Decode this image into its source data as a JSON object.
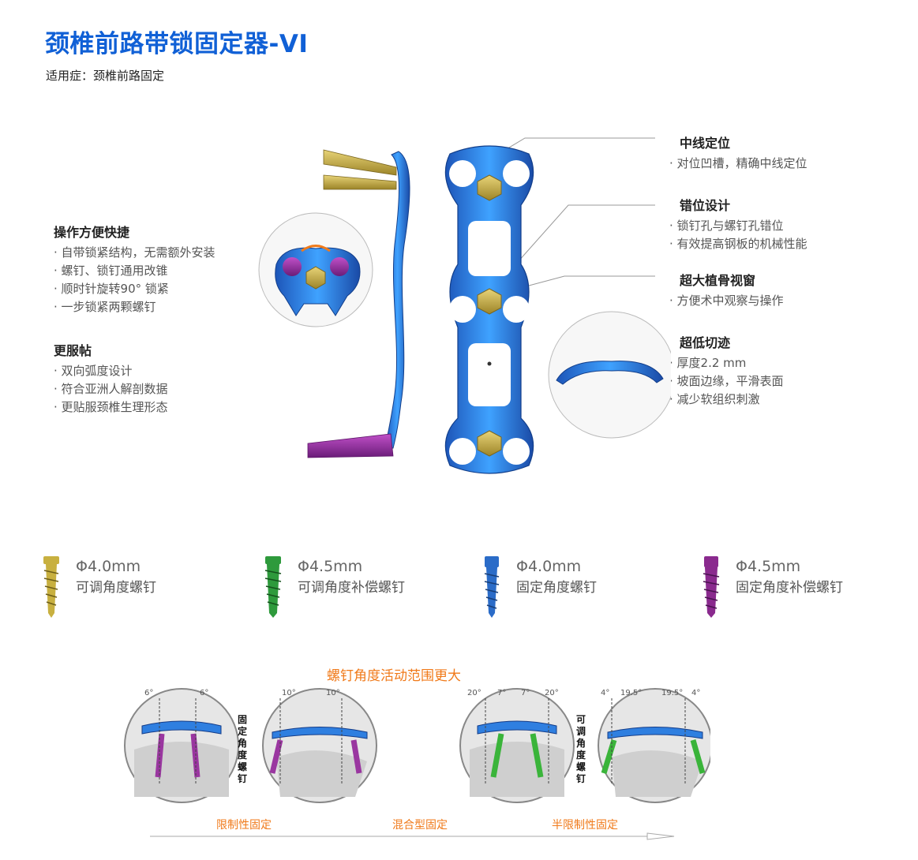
{
  "header": {
    "title": "颈椎前路带锁固定器-VI",
    "subtitle": "适用症：颈椎前路固定"
  },
  "features_left": [
    {
      "title": "操作方便快捷",
      "items": [
        "自带锁紧结构，无需额外安装",
        "螺钉、锁钉通用改锥",
        "顺时针旋转90° 锁紧",
        "一步锁紧两颗螺钉"
      ]
    },
    {
      "title": "更服帖",
      "items": [
        "双向弧度设计",
        "符合亚洲人解剖数据",
        "更贴服颈椎生理形态"
      ]
    }
  ],
  "features_right": [
    {
      "title": "中线定位",
      "items": [
        "对位凹槽，精确中线定位"
      ]
    },
    {
      "title": "错位设计",
      "items": [
        "锁钉孔与螺钉孔错位",
        "有效提高钢板的机械性能"
      ]
    },
    {
      "title": "超大植骨视窗",
      "items": [
        "方便术中观察与操作"
      ]
    },
    {
      "title": "超低切迹",
      "items": [
        "厚度2.2 mm",
        "坡面边缘，平滑表面",
        "减少软组织刺激"
      ]
    }
  ],
  "screws": [
    {
      "diameter": "Φ4.0mm",
      "name": "可调角度螺钉",
      "color": "#c8b040",
      "icon": "gold-screw-icon"
    },
    {
      "diameter": "Φ4.5mm",
      "name": "可调角度补偿螺钉",
      "color": "#2e9a3c",
      "icon": "green-screw-icon"
    },
    {
      "diameter": "Φ4.0mm",
      "name": "固定角度螺钉",
      "color": "#2b6cc8",
      "icon": "blue-screw-icon"
    },
    {
      "diameter": "Φ4.5mm",
      "name": "固定角度补偿螺钉",
      "color": "#8a2a8e",
      "icon": "purple-screw-icon"
    }
  ],
  "angle_section": {
    "title": "螺钉角度活动范围更大",
    "fixed_label": "固定角度螺钉",
    "adjustable_label": "可调角度螺钉",
    "angles_fixed_front": [
      "6°",
      "6°"
    ],
    "angles_fixed_side": [
      "10°",
      "10°"
    ],
    "angles_adj_front": [
      "20°",
      "7°",
      "7°",
      "20°"
    ],
    "angles_adj_side": [
      "4°",
      "19.5°",
      "19.5°",
      "4°"
    ],
    "fixation_types": [
      "限制性固定",
      "混合型固定",
      "半限制性固定"
    ]
  },
  "colors": {
    "title_blue": "#1060d6",
    "accent_orange": "#f07a1a",
    "plate_blue": "#2f7fe0"
  }
}
